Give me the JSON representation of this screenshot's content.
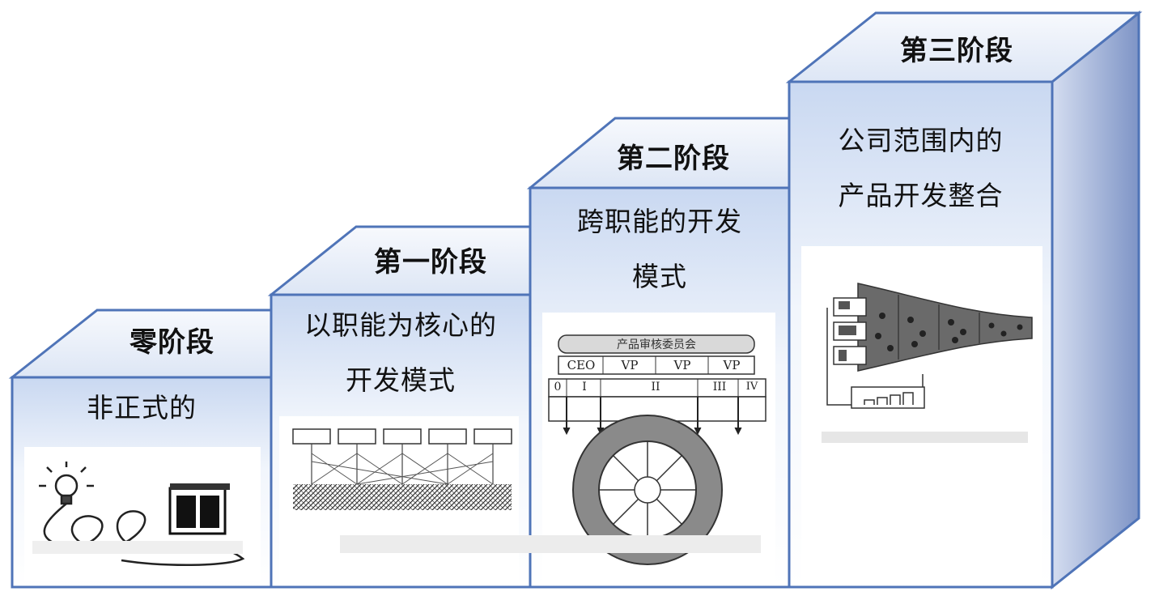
{
  "stages": [
    {
      "title": "零阶段",
      "desc_lines": [
        "非正式的"
      ]
    },
    {
      "title": "第一阶段",
      "desc_lines": [
        "以职能为核心的",
        "开发模式"
      ]
    },
    {
      "title": "第二阶段",
      "desc_lines": [
        "跨职能的开发",
        "模式"
      ],
      "figure": {
        "banner": "产品审核委员会",
        "header_cells": [
          "CEO",
          "VP",
          "VP",
          "VP"
        ],
        "phase_cells": [
          "0",
          "I",
          "II",
          "III",
          "IV"
        ]
      }
    },
    {
      "title": "第三阶段",
      "desc_lines": [
        "公司范围内的",
        "产品开发整合"
      ]
    }
  ],
  "colors": {
    "box_edge": "#4f74b8",
    "front_top": "#cfdcf3",
    "side_face": "#8fa3cf",
    "top_face": "#e9eff9"
  }
}
